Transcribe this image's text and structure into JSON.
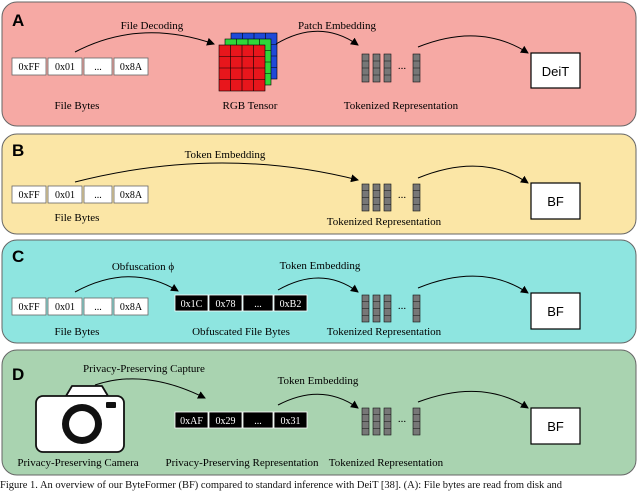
{
  "panels": [
    {
      "letter": "A",
      "color": "#f6a9a4",
      "bytes": [
        "0xFF",
        "0x01",
        "...",
        "0x8A"
      ],
      "bytes_label": "File Bytes",
      "arrow1_label": "File Decoding",
      "tensor_label": "RGB Tensor",
      "arrow2_label": "Patch Embedding",
      "tokens_label": "Tokenized Representation",
      "model": "DeiT"
    },
    {
      "letter": "B",
      "color": "#fbe6a6",
      "bytes": [
        "0xFF",
        "0x01",
        "...",
        "0x8A"
      ],
      "bytes_label": "File Bytes",
      "arrow1_label": "Token Embedding",
      "tokens_label": "Tokenized Representation",
      "model": "BF"
    },
    {
      "letter": "C",
      "color": "#8ee5e0",
      "bytes": [
        "0xFF",
        "0x01",
        "...",
        "0x8A"
      ],
      "bytes_label": "File Bytes",
      "arrow1_label": "Obfuscation ϕ",
      "obf_bytes": [
        "0x1C",
        "0x78",
        "...",
        "0xB2"
      ],
      "obf_label": "Obfuscated File Bytes",
      "arrow2_label": "Token Embedding",
      "tokens_label": "Tokenized Representation",
      "model": "BF"
    },
    {
      "letter": "D",
      "color": "#a9d3b0",
      "camera_label": "Privacy-Preserving Camera",
      "arrow1_label": "Privacy-Preserving Capture",
      "pp_bytes": [
        "0xAF",
        "0x29",
        "...",
        "0x31"
      ],
      "pp_label": "Privacy-Preserving Representation",
      "arrow2_label": "Token Embedding",
      "tokens_label": "Tokenized Representation",
      "model": "BF"
    }
  ],
  "tokens_ellipsis": "...",
  "caption": "Figure 1. An overview of our ByteFormer (BF) compared to standard inference with DeiT [38]. (A): File bytes are read from disk and"
}
